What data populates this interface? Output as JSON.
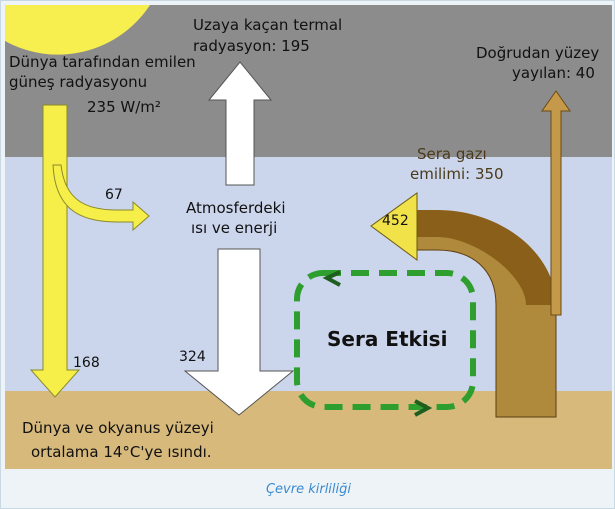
{
  "labels": {
    "solar_line1": "Dünya tarafından emilen",
    "solar_line2": "güneş radyasyonu",
    "solar_value": "235 W/m²",
    "escape_line1": "Uzaya kaçan termal",
    "escape_line2": "radyasyon: 195",
    "direct_line1": "Doğrudan yüzey",
    "direct_line2": "yayılan: 40",
    "ghg_line1": "Sera gazı",
    "ghg_line2": "emilimi: 350",
    "atm_line1": "Atmosferdeki",
    "atm_line2": "ısı ve enerji",
    "value_67": "67",
    "value_168": "168",
    "value_324": "324",
    "value_452": "452",
    "greenhouse": "Sera Etkisi",
    "surface_line1": "Dünya ve okyanus yüzeyi",
    "surface_line2": "ortalama 14°C'ye ısındı."
  },
  "caption": "Çevre kirliliği",
  "colors": {
    "space": "#8c8c8c",
    "atmosphere": "#cbd5ec",
    "surface": "#d7b97c",
    "sun": "#f7ee4f",
    "solar_arrow": "#f6ef4a",
    "ir_dark": "#8a5f19",
    "ir_light": "#b08a3c",
    "loop": "#2e9e2e",
    "caption": "#3a8ad0"
  }
}
